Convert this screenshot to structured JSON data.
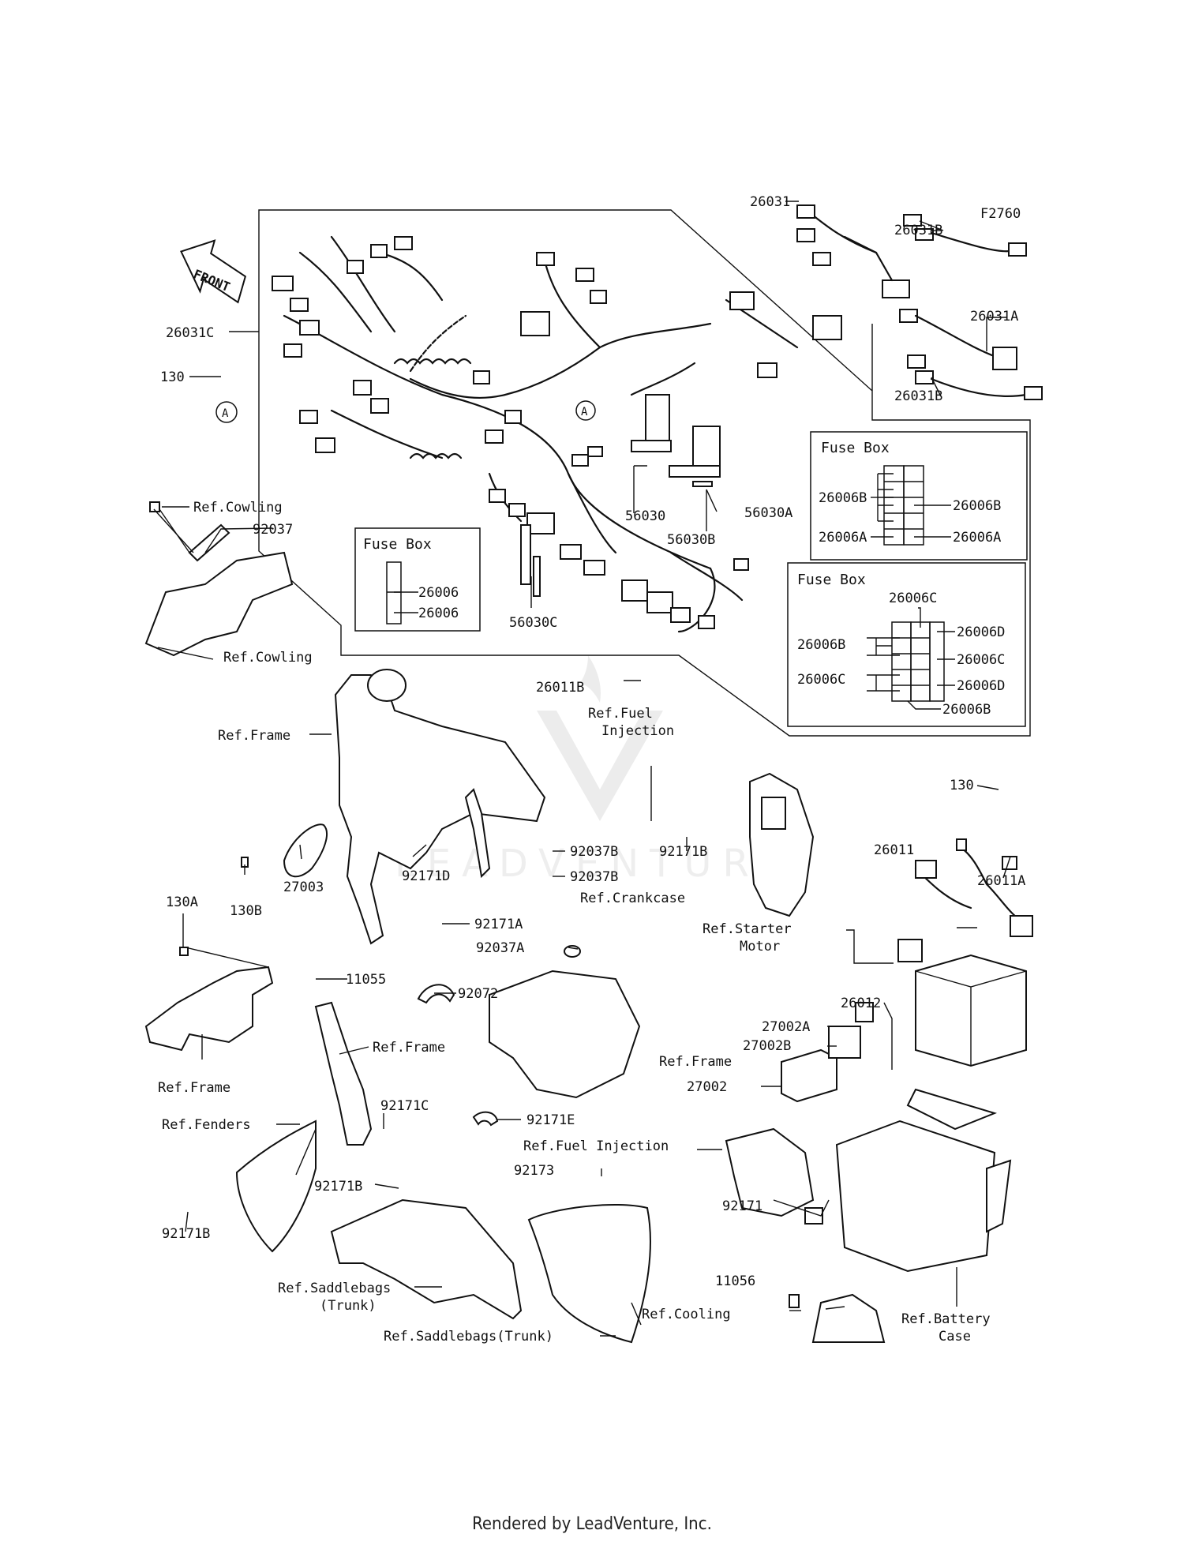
{
  "front_arrow": "FRONT",
  "callout_marker": "A",
  "diagram_code": "F2760",
  "fuse_boxes": {
    "heading": "Fuse Box",
    "left": [
      "26006",
      "26006"
    ],
    "top_right": {
      "left": [
        "26006B",
        "26006A"
      ],
      "right": [
        "26006B",
        "26006A"
      ]
    },
    "bottom_right": {
      "top": "26006C",
      "left": [
        "26006B",
        "26006C"
      ],
      "right": [
        "26006D",
        "26006C",
        "26006D"
      ],
      "bottom": "26006B"
    }
  },
  "labels": {
    "p26031": "26031",
    "p26031B_top": "26031B",
    "p26031A": "26031A",
    "p26031B_bot": "26031B",
    "p26031C": "26031C",
    "p130_top": "130",
    "ref_cowling_1": "Ref.Cowling",
    "p92037": "92037",
    "ref_cowling_2": "Ref.Cowling",
    "p56030": "56030",
    "p56030A": "56030A",
    "p56030B": "56030B",
    "p56030C": "56030C",
    "p26011B": "26011B",
    "ref_fuel_inj_1a": "Ref.Fuel",
    "ref_fuel_inj_1b": "Injection",
    "ref_frame_1": "Ref.Frame",
    "p92171B_1": "92171B",
    "p92037B_1": "92037B",
    "p92037B_2": "92037B",
    "ref_crankcase": "Ref.Crankcase",
    "p27003": "27003",
    "p130B": "130B",
    "p92171D": "92171D",
    "p92171A": "92171A",
    "p130A": "130A",
    "p11055": "11055",
    "p92037A": "92037A",
    "p92072": "92072",
    "ref_frame_2": "Ref.Frame",
    "ref_frame_3": "Ref.Frame",
    "ref_frame_4": "Ref.Frame",
    "p92171C": "92171C",
    "ref_fenders": "Ref.Fenders",
    "p92171E": "92171E",
    "ref_fuel_inj_2": "Ref.Fuel Injection",
    "p92173": "92173",
    "p92171B_2": "92171B",
    "p92171B_3": "92171B",
    "ref_saddlebags_1a": "Ref.Saddlebags",
    "ref_saddlebags_1b": "(Trunk)",
    "ref_saddlebags_2": "Ref.Saddlebags(Trunk)",
    "p26011": "26011",
    "p130_right": "130",
    "p26011A": "26011A",
    "ref_starter_a": "Ref.Starter",
    "ref_starter_b": "Motor",
    "p26012": "26012",
    "p27002A": "27002A",
    "p27002B": "27002B",
    "p27002": "27002",
    "p92171": "92171",
    "p11056": "11056",
    "ref_cooling": "Ref.Cooling",
    "ref_battery_a": "Ref.Battery",
    "ref_battery_b": "Case"
  },
  "footer": "Rendered by LeadVenture, Inc."
}
